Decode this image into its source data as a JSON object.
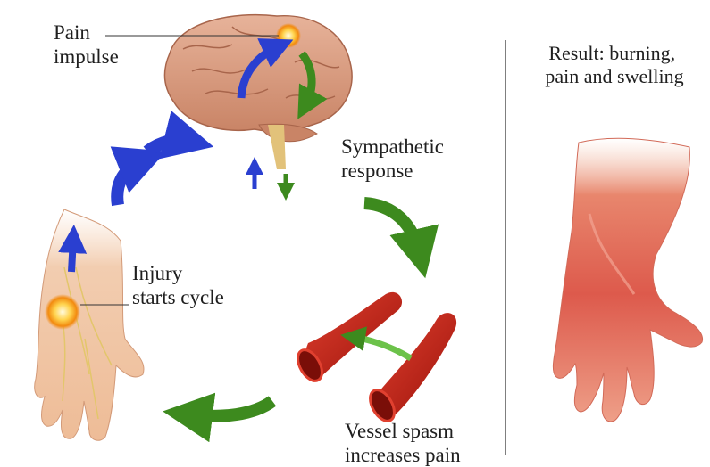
{
  "labels": {
    "pain_impulse": [
      "Pain",
      "impulse"
    ],
    "sympathetic": [
      "Sympathetic",
      "response"
    ],
    "injury": [
      "Injury",
      "starts cycle"
    ],
    "vessel": [
      "Vessel spasm",
      "increases pain"
    ],
    "result": [
      "Result: burning,",
      "pain and swelling"
    ]
  },
  "colors": {
    "blue_arrow": "#2a3fd0",
    "green_arrow": "#3d8a1e",
    "vessel_red": "#c21d12",
    "brain": "#d99a7d",
    "skin": "#f0c8a8",
    "inflamed": "#e0564a",
    "divider": "#555555"
  },
  "icons": [
    "brain-illustration",
    "hand-illustration",
    "blood-vessel-illustration",
    "inflamed-hand-illustration"
  ]
}
